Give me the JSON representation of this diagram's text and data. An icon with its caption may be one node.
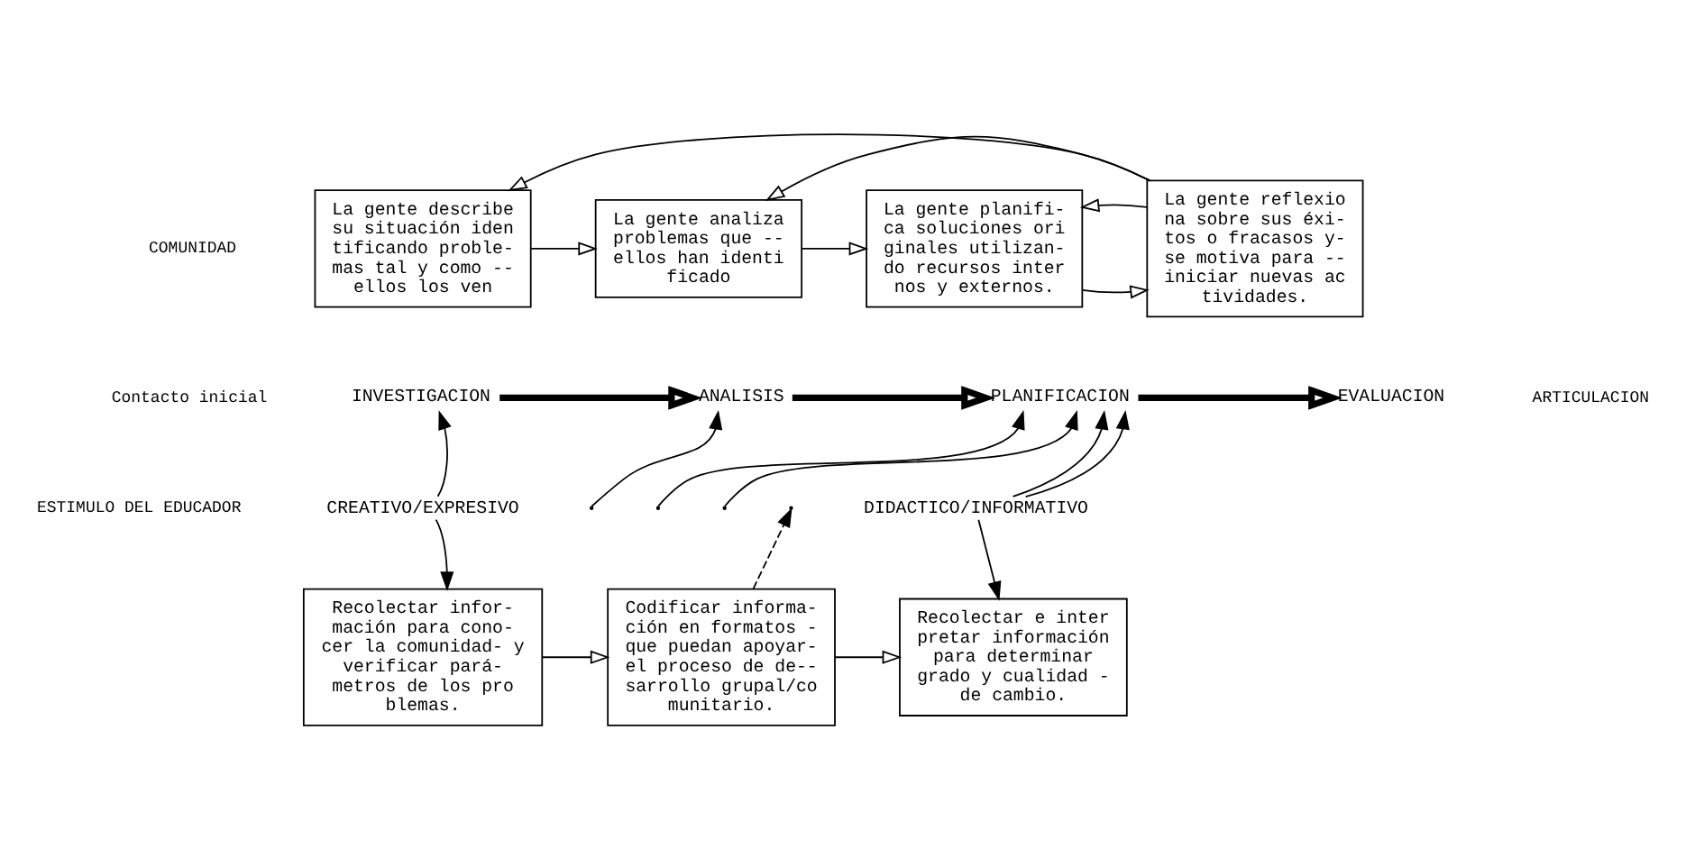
{
  "diagram": {
    "nodes": [
      {
        "text": [
          "La gente describe su situación iden tificando proble- mas tal y como -- ellos los ven"
        ]
      },
      {
        "text": [
          "La gente analiza problemas que -- ellos han identi ficado"
        ]
      },
      {
        "text": [
          "La gente planifi- ca soluciones ori ginales utilizan- do recursos inter nos y externos."
        ]
      },
      {
        "text": [
          "La gente reflexio na sobre sus éxi- tos o fracasos y- se motiva para -- iniciar nuevas ac tividades."
        ]
      },
      {
        "text": [
          "INVESTIGACION"
        ]
      },
      {
        "text": [
          "ANALISIS"
        ]
      },
      {
        "text": [
          "PLANIFICACION"
        ]
      },
      {
        "text": [
          "EVALUACION"
        ]
      },
      {
        "text": [
          "CREATIVO/EXPRESIVO"
        ]
      },
      {
        "text": [
          "DIDACTICO/INFORMATIVO"
        ]
      },
      {
        "text": [
          "Recolectar infor- mación para cono- cer la comunidad- y verificar pará- metros de los pro blemas."
        ]
      },
      {
        "text": [
          "Codificar informa- ción en formatos - que puedan apoyar- el proceso de de-- sarrollo grupal/co munitario."
        ]
      },
      {
        "text": [
          "Recolectar e inter pretar información para determinar grado y cualidad - de cambio."
        ]
      }
    ],
    "edges": [
      {
        "from": 0,
        "to": 1,
        "arrow": "to"
      },
      {
        "from": 1,
        "to": 2,
        "arrow": "to"
      },
      {
        "from": 2,
        "to": 3,
        "arrow": "to"
      },
      {
        "from": 3,
        "to": 0,
        "arrow": "to"
      },
      {
        "from": 3,
        "to": 1,
        "arrow": "to"
      },
      {
        "from": 3,
        "to": 2,
        "arrow": "to"
      },
      {
        "from": 4,
        "to": 5,
        "arrow": "to",
        "style": "thick"
      },
      {
        "from": 5,
        "to": 6,
        "arrow": "to",
        "style": "thick"
      },
      {
        "from": 6,
        "to": 7,
        "arrow": "to",
        "style": "thick"
      },
      {
        "from": 8,
        "to": 4,
        "arrow": "to"
      },
      {
        "from": 8,
        "to": 10,
        "arrow": "to"
      },
      {
        "from": null,
        "to": 5,
        "arrow": "to"
      },
      {
        "from": null,
        "to": 6,
        "arrow": "to"
      },
      {
        "from": null,
        "to": 6,
        "arrow": "to"
      },
      {
        "from": 9,
        "to": 6,
        "arrow": "to"
      },
      {
        "from": 9,
        "to": 6,
        "arrow": "to"
      },
      {
        "from": 9,
        "to": 12,
        "arrow": "to"
      },
      {
        "from": 11,
        "to": null,
        "arrow": "to",
        "style": "dashed"
      },
      {
        "from": 10,
        "to": 11,
        "arrow": "to"
      },
      {
        "from": 11,
        "to": 12,
        "arrow": "to"
      }
    ],
    "labels": [
      "COMUNIDAD",
      "Contacto inicial",
      "ESTIMULO DEL EDUCADOR",
      "ARTICULACION"
    ]
  }
}
